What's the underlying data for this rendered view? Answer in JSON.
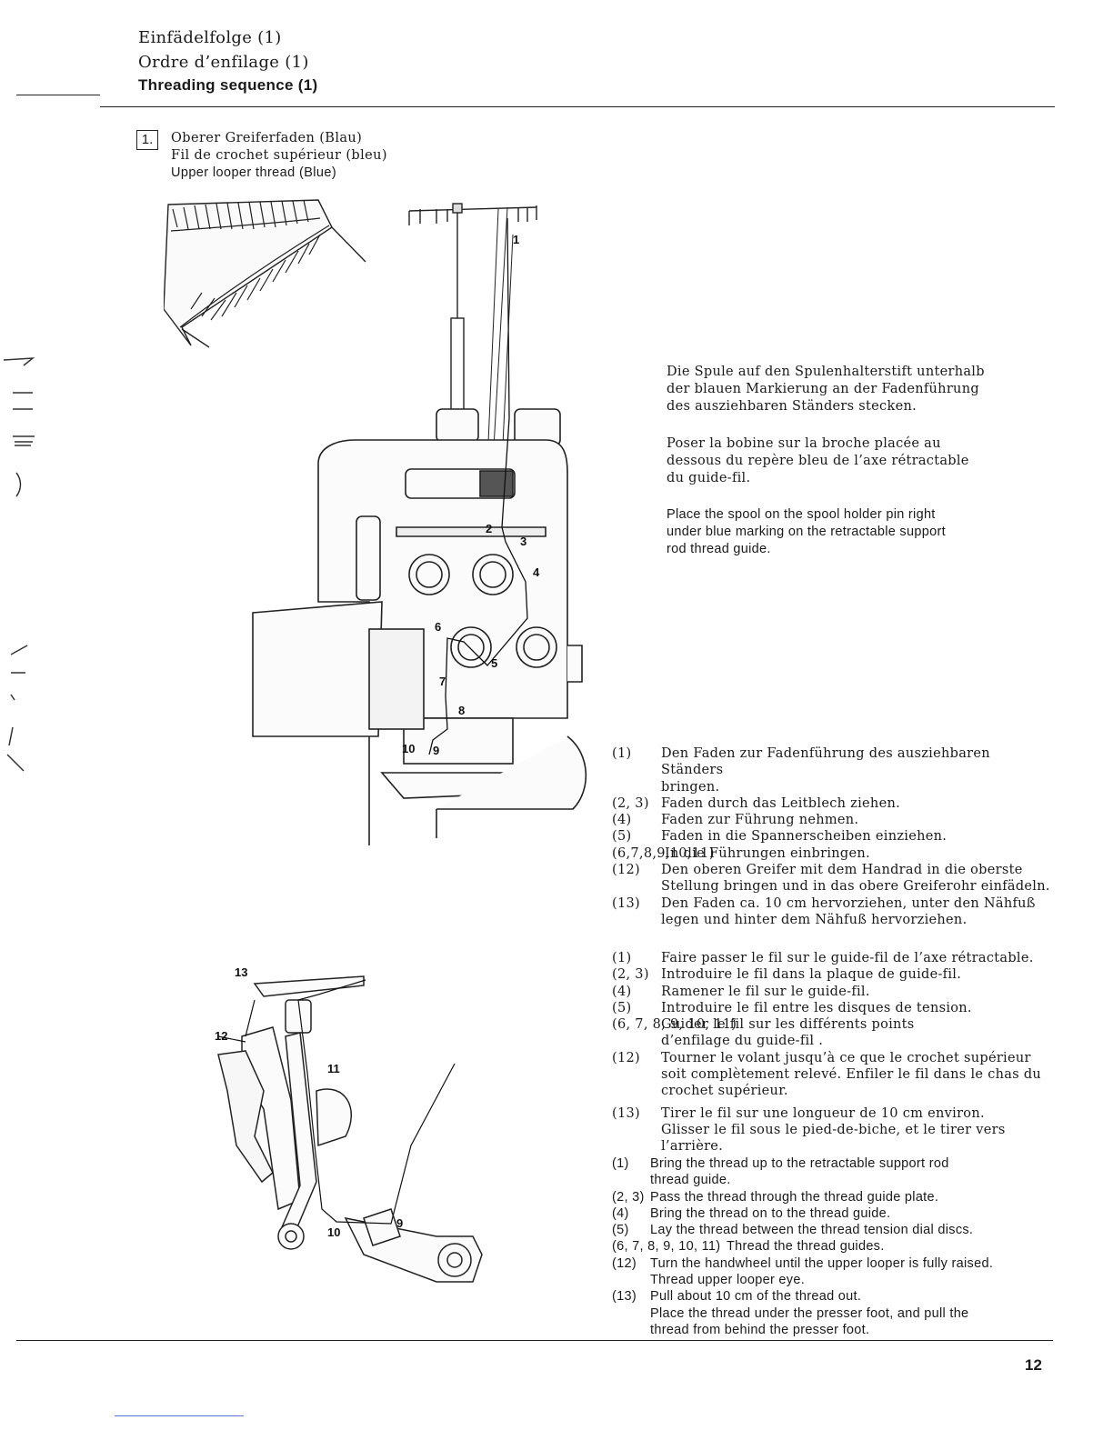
{
  "header": {
    "title_de": "Einfädelfolge (1)",
    "title_fr": "Ordre d’enfilage (1)",
    "title_en": "Threading sequence (1)"
  },
  "step": {
    "number": "1.",
    "label_de": "Oberer Greiferfaden (Blau)",
    "label_fr": "Fil de crochet supérieur (bleu)",
    "label_en": "Upper looper thread (Blue)"
  },
  "figure_top": {
    "callouts": [
      "1",
      "2",
      "3",
      "4",
      "5",
      "6",
      "7",
      "8",
      "9",
      "10"
    ]
  },
  "figure_bottom": {
    "callouts": [
      "13",
      "12",
      "11",
      "10",
      "9"
    ]
  },
  "intro": {
    "de": [
      "Die Spule auf den Spulenhalterstift unterhalb",
      "der blauen Markierung an der Fadenführung",
      "des ausziehbaren Ständers stecken."
    ],
    "fr": [
      "Poser la bobine sur la broche placée au",
      "dessous du repère bleu de l’axe rétractable",
      "du guide-fil."
    ],
    "en": [
      "Place the spool on the spool holder pin  right",
      "under blue marking on the retractable support",
      "rod thread guide."
    ]
  },
  "steps_de": [
    {
      "num": "(1)",
      "lines": [
        "Den Faden zur Fadenführung des ausziehbaren Ständers",
        "bringen."
      ]
    },
    {
      "num": "(2, 3)",
      "lines": [
        "Faden durch das Leitblech ziehen."
      ]
    },
    {
      "num": "(4)",
      "lines": [
        "Faden zur Führung nehmen."
      ]
    },
    {
      "num": "(5)",
      "lines": [
        "Faden in die Spannerscheiben einziehen."
      ]
    },
    {
      "num": "(6,7,8,9,10,11)",
      "lines": [
        "In die Führungen einbringen."
      ]
    },
    {
      "num": "(12)",
      "lines": [
        "Den oberen Greifer mit dem Handrad in die oberste",
        "Stellung bringen und in das obere Greiferohr einfädeln."
      ]
    },
    {
      "num": "(13)",
      "lines": [
        "Den Faden ca. 10 cm hervorziehen, unter den Nähfuß",
        "legen und hinter dem Nähfuß hervorziehen."
      ]
    }
  ],
  "steps_fr": [
    {
      "num": "(1)",
      "lines": [
        "Faire passer le fil sur le guide-fil de l’axe rétractable."
      ]
    },
    {
      "num": "(2, 3)",
      "lines": [
        "Introduire le fil dans la plaque de guide-fil."
      ]
    },
    {
      "num": "(4)",
      "lines": [
        "Ramener le fil sur le guide-fil."
      ]
    },
    {
      "num": "(5)",
      "lines": [
        "Introduire le fil entre les disques de tension."
      ]
    },
    {
      "num": "(6, 7, 8, 9, 10, 11)",
      "lines": [
        "Guider le fil sur les différents points",
        "d’enfilage du guide-fil ."
      ]
    },
    {
      "num": "(12)",
      "lines": [
        "Tourner le volant jusqu’à ce que le crochet supérieur",
        "soit complètement relevé.  Enfiler le fil dans le chas du",
        "crochet supérieur."
      ]
    },
    {
      "num": "(13)",
      "lines": [
        "Tirer le fil sur une longueur de 10 cm environ.",
        "Glisser le fil sous le pied-de-biche, et le tirer vers l’arrière."
      ]
    }
  ],
  "steps_en": [
    {
      "num": "(1)",
      "lines": [
        "Bring the thread up to the retractable support rod",
        "thread guide."
      ]
    },
    {
      "num": "(2, 3)",
      "lines": [
        "Pass the thread through the thread guide plate."
      ]
    },
    {
      "num": "(4)",
      "lines": [
        "Bring the thread on to the thread guide."
      ]
    },
    {
      "num": "(5)",
      "lines": [
        "Lay the thread between the thread tension dial discs."
      ]
    },
    {
      "num": "(6, 7, 8, 9, 10, 11)",
      "lines": [
        "Thread the thread guides."
      ]
    },
    {
      "num": "(12)",
      "lines": [
        "Turn the handwheel until the upper looper is fully raised.",
        "Thread upper looper eye."
      ]
    },
    {
      "num": "(13)",
      "lines": [
        "Pull about 10 cm of the thread out.",
        "Place the thread under the presser foot, and pull the",
        "thread from behind the presser foot."
      ]
    }
  ],
  "page_number": "12"
}
